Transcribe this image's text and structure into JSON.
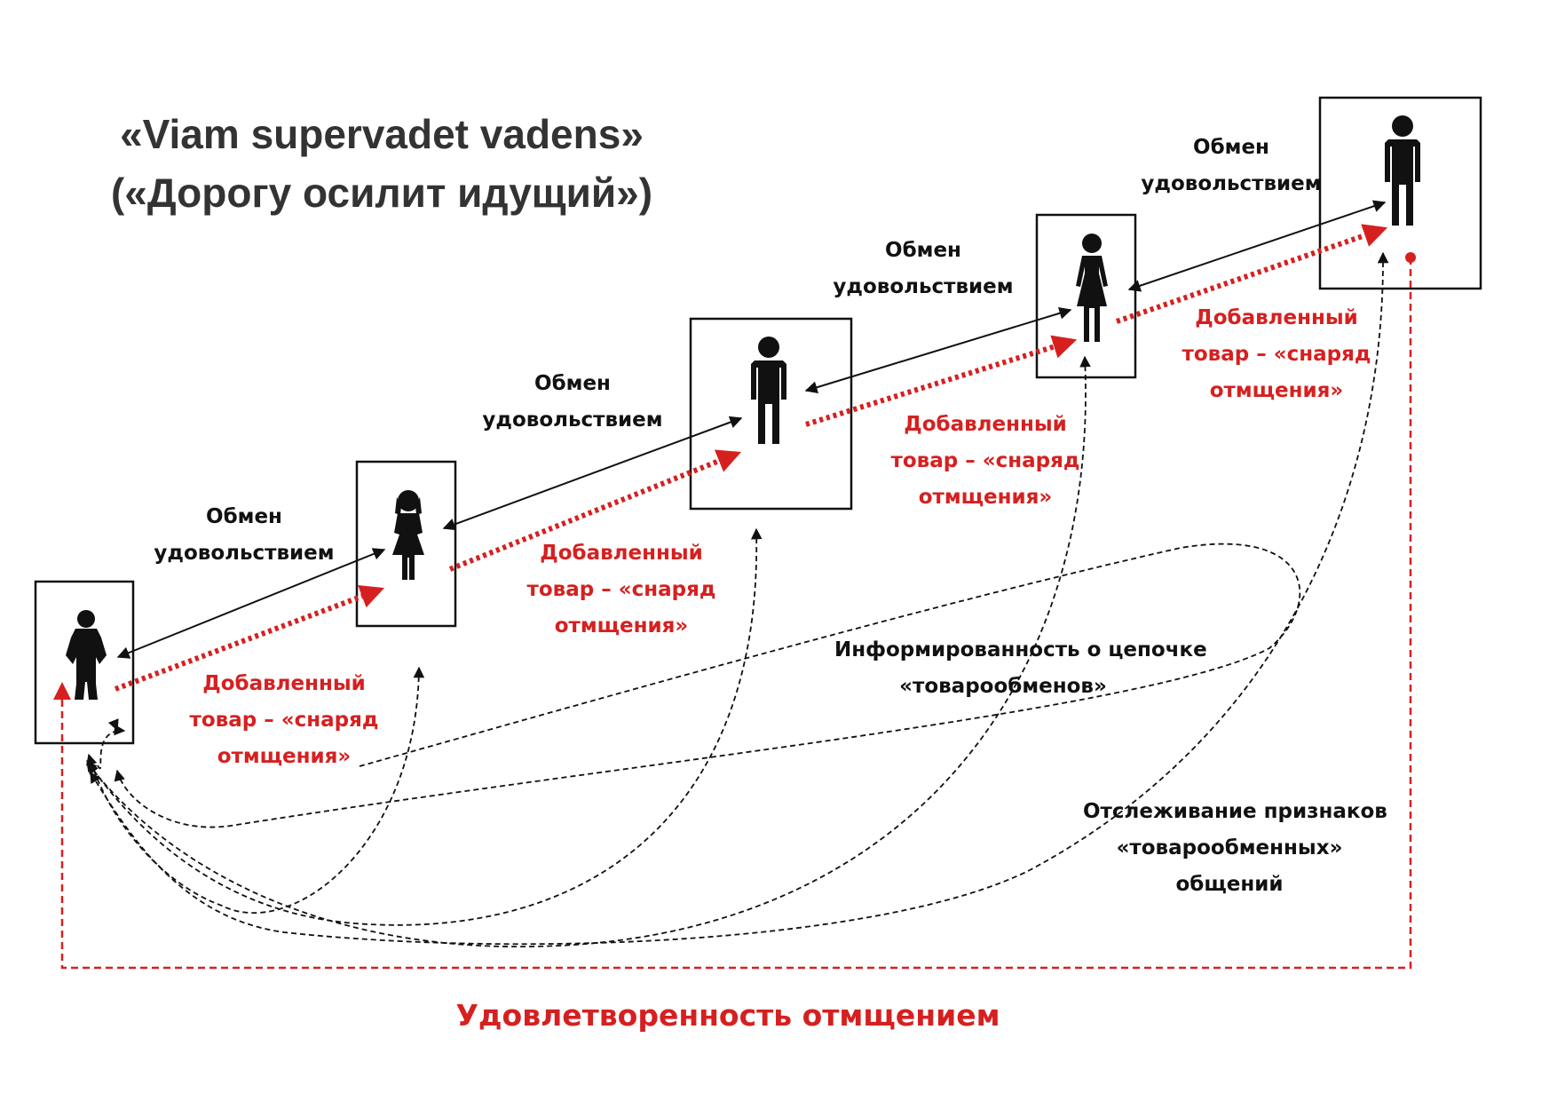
{
  "title": {
    "line1": "«Viam supervadet vadens»",
    "line2": "(«Дорогу осилит идущий»)"
  },
  "exchange_label": {
    "line1": "Обмен",
    "line2": "удовольствием"
  },
  "added_goods_label": {
    "line1": "Добавленный",
    "line2": "товар – «снаряд",
    "line3": "отмщения»"
  },
  "awareness_label": {
    "line1": "Информированность о цепочке",
    "line2": "«товарообменов»"
  },
  "tracking_label": {
    "line1": "Отслеживание признаков",
    "line2": "«товарообменных»",
    "line3": "общений"
  },
  "satisfaction_label": "Удовлетворенность отмщением",
  "persons": [
    "boy",
    "girl",
    "man",
    "woman",
    "man"
  ],
  "colors": {
    "red": "#d62020",
    "black": "#111111",
    "title_gray": "#333333"
  }
}
